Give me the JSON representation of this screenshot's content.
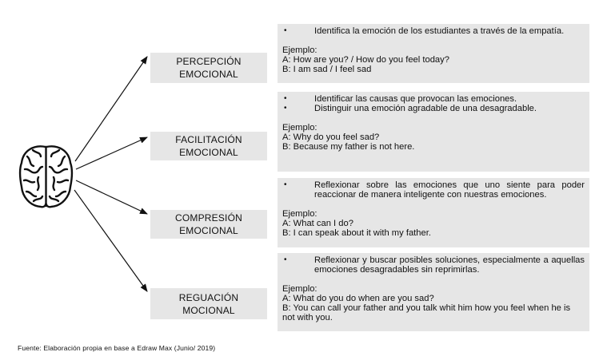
{
  "categories": [
    {
      "line1": "PERCEPCIÓN",
      "line2": "EMOCIONAL",
      "bullets": [
        "Identifica la emoción de los estudiantes a través de la empatía."
      ],
      "example_title": "Ejemplo:",
      "example_lines": [
        "A: How are you? / How do you feel today?",
        "B: I am sad / I feel sad"
      ]
    },
    {
      "line1": "FACILITACIÓN",
      "line2": "EMOCIONAL",
      "bullets": [
        "Identificar las causas que provocan las emociones.",
        "Distinguir una emoción agradable de una desagradable."
      ],
      "example_title": "Ejemplo:",
      "example_lines": [
        "A: Why do you feel sad?",
        "B: Because my father is not here."
      ]
    },
    {
      "line1": "COMPRESIÓN",
      "line2": "EMOCIONAL",
      "bullets": [
        "Reflexionar sobre las emociones que uno siente para poder reaccionar de manera inteligente con nuestras emociones."
      ],
      "example_title": "Ejemplo:",
      "example_lines": [
        "A: What can I do?",
        "B: I can speak about it with my father."
      ]
    },
    {
      "line1": "REGUACIÓN",
      "line2": "MOCIONAL",
      "bullets": [
        "Reflexionar y buscar posibles soluciones, especialmente a aquellas emociones desagradables sin reprimirlas."
      ],
      "example_title": "Ejemplo:",
      "example_lines": [
        "A: What do you do when are you sad?",
        "B: You can call your father and you talk whit him how  you feel when he is not with you."
      ]
    }
  ],
  "footer": "Fuente: Elaboración propia en base a Edraw Max (Junio/ 2019)",
  "colors": {
    "box_fill": "#e6e6e6",
    "ink": "#111111"
  },
  "icons": {
    "brain": "brain-icon"
  }
}
